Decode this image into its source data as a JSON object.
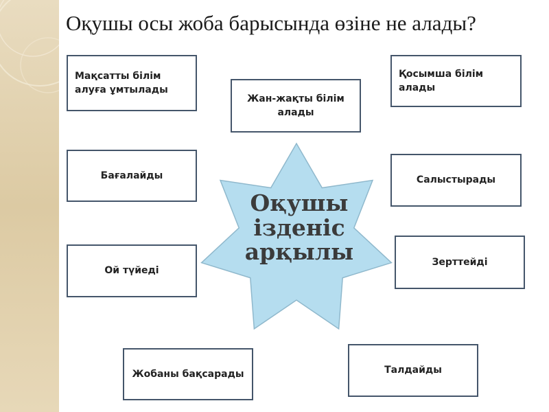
{
  "title": "Оқушы осы жоба барысында өзіне не алады?",
  "center": {
    "line1": "Оқушы",
    "line2": "ізденіс",
    "line3": "арқылы"
  },
  "boxes": {
    "maksatty": "Мақсатты білім алуға ұмтылады",
    "janjakty": "Жан-жақты білім алады",
    "kosymsha": "Қосымша білім алады",
    "bagalaidy": "Бағалайды",
    "salystyrady": "Салыстырады",
    "oi_tuiedi": "Ой түйеді",
    "zertteidi": "Зерттейді",
    "jobany": "Жобаны бақсарады",
    "taldaidy": "Талдайды"
  },
  "colors": {
    "star_fill": "#b5ddef",
    "star_stroke": "#8fb8cc",
    "box_border": "#44556a",
    "side_strip": "#dccaa3"
  }
}
